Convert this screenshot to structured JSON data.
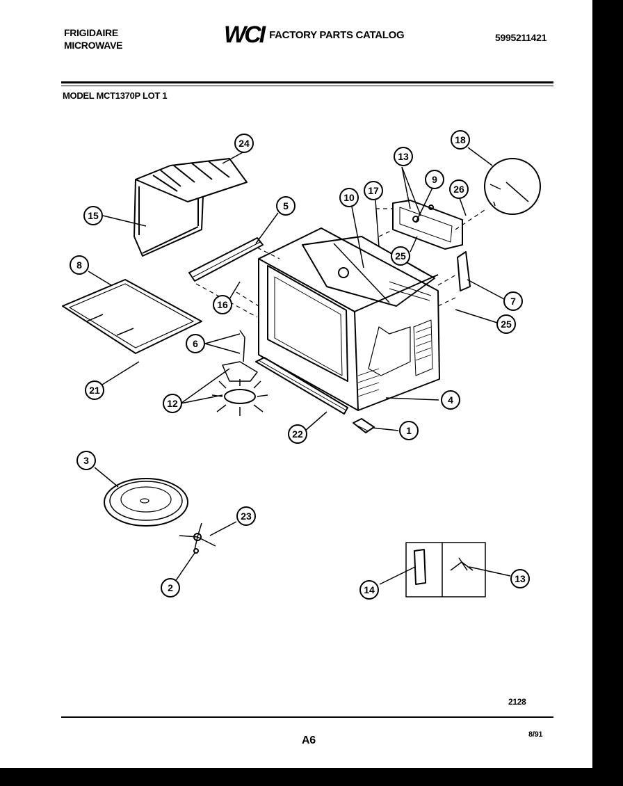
{
  "header": {
    "brand_line1": "FRIGIDAIRE",
    "brand_line2": "MICROWAVE",
    "logo_text": "WCI",
    "catalog_title": "FACTORY PARTS CATALOG",
    "catalog_number": "5995211421"
  },
  "model": "MODEL MCT1370P LOT 1",
  "figure_number": "2128",
  "page_label": "A6",
  "date": "8/91",
  "callouts": [
    {
      "id": "c24",
      "label": "24"
    },
    {
      "id": "c15",
      "label": "15"
    },
    {
      "id": "c5",
      "label": "5"
    },
    {
      "id": "c8",
      "label": "8"
    },
    {
      "id": "c16",
      "label": "16"
    },
    {
      "id": "c6",
      "label": "6"
    },
    {
      "id": "c21",
      "label": "21"
    },
    {
      "id": "c12",
      "label": "12"
    },
    {
      "id": "c22",
      "label": "22"
    },
    {
      "id": "c1",
      "label": "1"
    },
    {
      "id": "c4",
      "label": "4"
    },
    {
      "id": "c7",
      "label": "7"
    },
    {
      "id": "c25a",
      "label": "25"
    },
    {
      "id": "c25b",
      "label": "25"
    },
    {
      "id": "c10",
      "label": "10"
    },
    {
      "id": "c17",
      "label": "17"
    },
    {
      "id": "c13a",
      "label": "13"
    },
    {
      "id": "c9",
      "label": "9"
    },
    {
      "id": "c26",
      "label": "26"
    },
    {
      "id": "c18",
      "label": "18"
    },
    {
      "id": "c3",
      "label": "3"
    },
    {
      "id": "c23",
      "label": "23"
    },
    {
      "id": "c2",
      "label": "2"
    },
    {
      "id": "c14",
      "label": "14"
    },
    {
      "id": "c13b",
      "label": "13"
    }
  ]
}
